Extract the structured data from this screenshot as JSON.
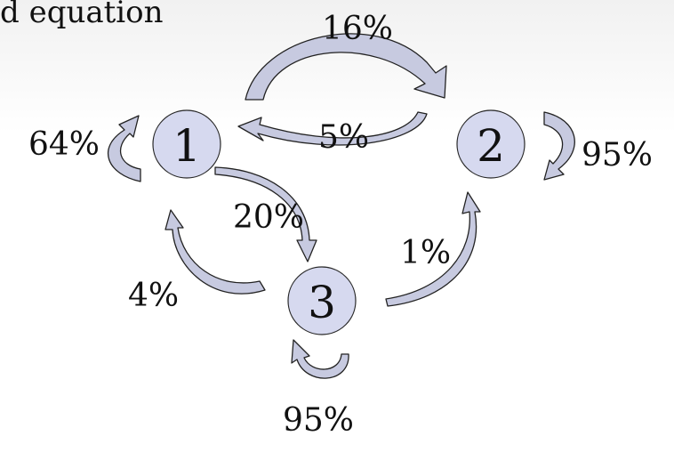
{
  "header": {
    "text": "d equation"
  },
  "diagram": {
    "nodes": [
      {
        "id": "1",
        "label": "1"
      },
      {
        "id": "2",
        "label": "2"
      },
      {
        "id": "3",
        "label": "3"
      }
    ],
    "edges": [
      {
        "from": "1",
        "to": "2",
        "label": "16%"
      },
      {
        "from": "2",
        "to": "1",
        "label": "5%"
      },
      {
        "from": "1",
        "to": "1",
        "label": "64%"
      },
      {
        "from": "2",
        "to": "2",
        "label": "95%"
      },
      {
        "from": "1",
        "to": "3",
        "label": "20%"
      },
      {
        "from": "3",
        "to": "1",
        "label": "4%"
      },
      {
        "from": "3",
        "to": "2",
        "label": "1%"
      },
      {
        "from": "3",
        "to": "3",
        "label": "95%"
      }
    ]
  },
  "colors": {
    "node_fill": "#d6d9ef",
    "arrow_fill": "#c7cae0",
    "stroke": "#222222"
  }
}
